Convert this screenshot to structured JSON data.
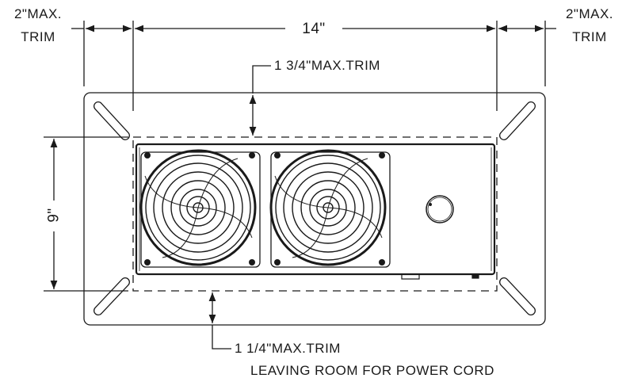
{
  "labels": {
    "left_trim_line1": "2\"MAX.",
    "left_trim_line2": "TRIM",
    "right_trim_line1": "2\"MAX.",
    "right_trim_line2": "TRIM",
    "width": "14\"",
    "height": "9\"",
    "top_trim": "1 3/4\"MAX.TRIM",
    "bottom_trim": "1 1/4\"MAX.TRIM",
    "bottom_note": "LEAVING ROOM FOR POWER CORD"
  },
  "colors": {
    "stroke": "#1a1a1a",
    "background": "#ffffff"
  }
}
